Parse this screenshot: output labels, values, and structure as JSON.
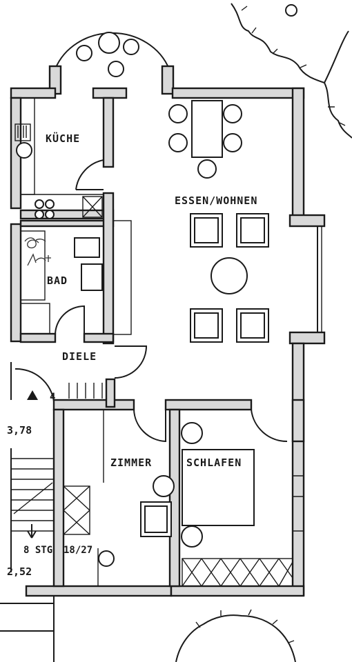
{
  "rooms": {
    "kueche": "KÜCHE",
    "essen_wohnen": "ESSEN/WOHNEN",
    "bad": "BAD",
    "diele": "DIELE",
    "zimmer": "ZIMMER",
    "schlafen": "SCHLAFEN"
  },
  "annotations": {
    "stair_number": "4",
    "level_upper": "3,78",
    "stair_count": "8 STG",
    "stair_ratio": "18/27",
    "level_lower": "2,52"
  }
}
